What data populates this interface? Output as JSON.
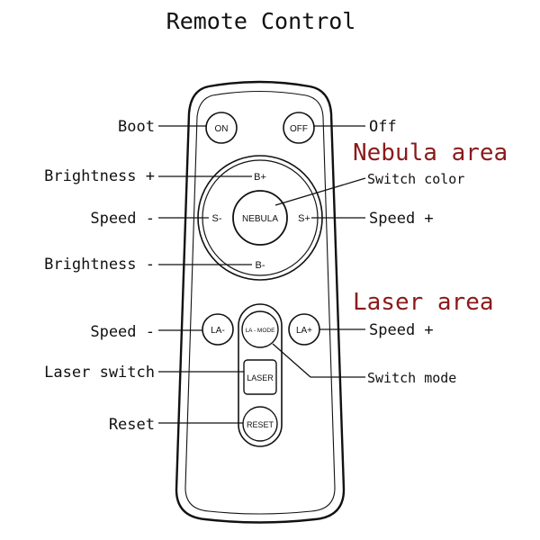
{
  "title": "Remote Control",
  "areas": {
    "nebula": "Nebula area",
    "laser": "Laser area"
  },
  "buttons": {
    "on": "ON",
    "off": "OFF",
    "b_plus": "B+",
    "b_minus": "B-",
    "s_minus": "S-",
    "s_plus": "S+",
    "nebula": "NEBULA",
    "la_minus": "LA-",
    "la_plus": "LA+",
    "la_mode": "LA - MODE",
    "laser": "LASER",
    "reset": "RESET"
  },
  "callouts": {
    "boot": "Boot",
    "off": "Off",
    "brightness_plus": "Brightness +",
    "switch_color": "Switch color",
    "speed_minus_nebula": "Speed -",
    "speed_plus_nebula": "Speed +",
    "brightness_minus": "Brightness -",
    "speed_minus_laser": "Speed -",
    "speed_plus_laser": "Speed +",
    "laser_switch": "Laser switch",
    "switch_mode": "Switch mode",
    "reset": "Reset"
  },
  "colors": {
    "ink": "#111111",
    "accent": "#8b1a1a",
    "background": "#ffffff"
  }
}
